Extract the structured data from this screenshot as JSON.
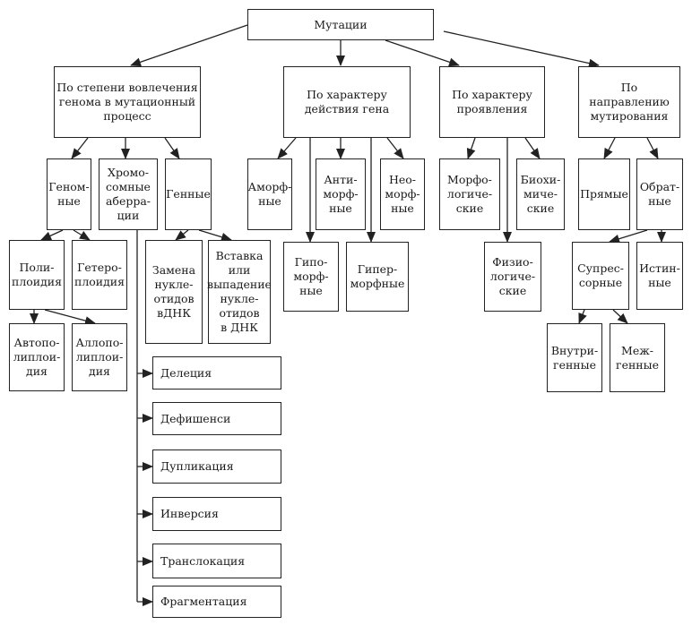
{
  "diagram": {
    "root": "Мутации",
    "categories": {
      "genome_involvement": "По степени вовлечения\nгенома в мутационный\nпроцесс",
      "gene_action": "По характеру\nдействия гена",
      "manifestation": "По характеру\nпроявления",
      "direction": "По направлению\nмутирования"
    },
    "genome_involvement_types": {
      "genomic": "Геном-\nные",
      "chromosomal": "Хромо-\nсомные\naберра-\nции",
      "gene": "Генные"
    },
    "genomic_types": {
      "polyploidy": "Поли-\nплоидия",
      "heteroploidy": "Гетеро-\nплоидия",
      "autopolyploidy": "Автопо-\nлиплои-\nдия",
      "allopolyploidy": "Аллопо-\nлиплои-\nдия"
    },
    "gene_types": {
      "nucleotide_replacement": "Замена\nнукле-\nотидов\nвДНК",
      "insertion_deletion": "Вставка\nили\nвыпадение\nнукле-\nотидов\nв ДНК"
    },
    "chromosomal_types": [
      "Делеция",
      "Дефишенси",
      "Дупликация",
      "Инверсия",
      "Транслокация",
      "Фрагментация"
    ],
    "gene_action_types": {
      "amorphic": "Аморф-\nные",
      "hypomorphic": "Гипо-\nморф-\nные",
      "antimorphic": "Анти-\nморф-\nные",
      "hypermorphic": "Гипер-\nморфные",
      "neomorphic": "Нео-\nморф-\nные"
    },
    "manifestation_types": {
      "morphological": "Морфо-\nлогиче-\nские",
      "physiological": "Физио-\nлогиче-\nские",
      "biochemical": "Биохи-\nмиче-\nские"
    },
    "direction_types": {
      "direct": "Прямые",
      "reverse": "Обрат-\nные",
      "suppressor": "Супрес-\nсорные",
      "true": "Истин-\nные",
      "intragenic": "Внутри-\nгенные",
      "intergenic": "Меж-\nгенные"
    }
  }
}
